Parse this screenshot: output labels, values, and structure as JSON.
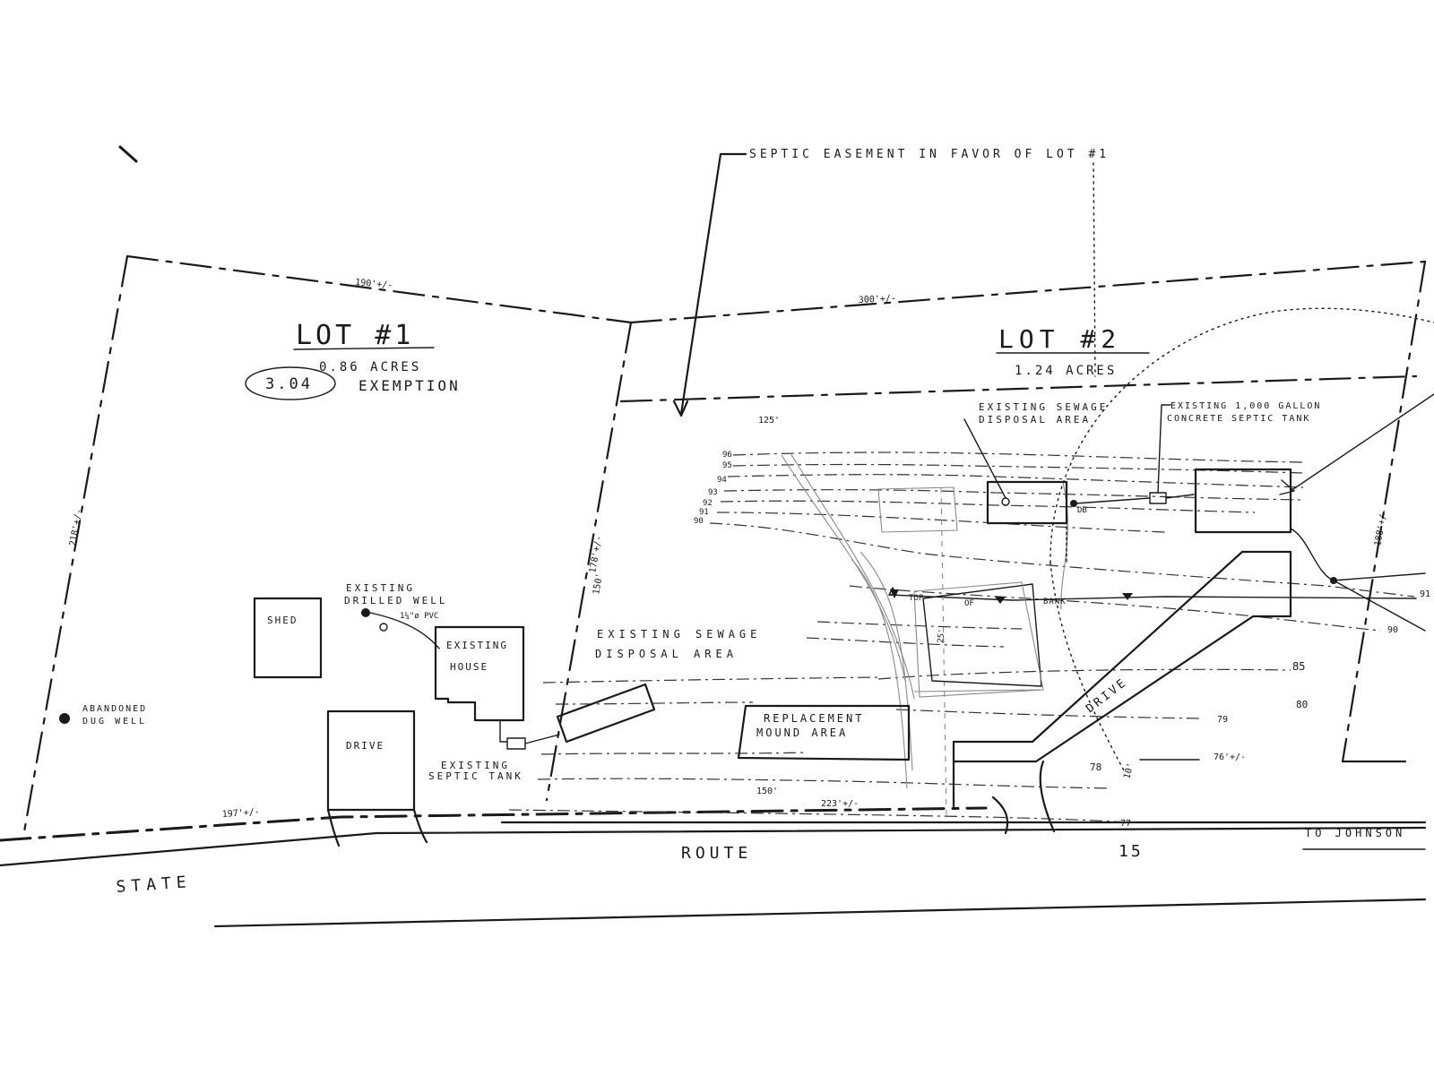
{
  "labels": {
    "easement": "SEPTIC EASEMENT IN FAVOR OF LOT #1",
    "lot1_title": "LOT #1",
    "lot1_acres": "0.86 ACRES",
    "lot1_exemption_num": "3.04",
    "lot1_exemption": "EXEMPTION",
    "lot2_title": "LOT #2",
    "lot2_acres": "1.24 ACRES",
    "existing_sewage_top_1": "EXISTING SEWAGE",
    "existing_sewage_top_2": "DISPOSAL AREA",
    "septic_tank_1000_1": "EXISTING 1,000 GALLON",
    "septic_tank_1000_2": "CONCRETE SEPTIC TANK",
    "existing_drilled_well_1": "EXISTING",
    "existing_drilled_well_2": "DRILLED WELL",
    "pvc": "1¼\"ø PVC",
    "shed": "SHED",
    "existing_house_1": "EXISTING",
    "existing_house_2": "HOUSE",
    "abandoned_well_1": "ABANDONED",
    "abandoned_well_2": "DUG WELL",
    "drive_lot1": "DRIVE",
    "existing_septic_tank_1": "EXISTING",
    "existing_septic_tank_2": "SEPTIC TANK",
    "existing_sewage_mid_1": "EXISTING SEWAGE",
    "existing_sewage_mid_2": "DISPOSAL AREA",
    "replacement_mound_1": "REPLACEMENT",
    "replacement_mound_2": "MOUND AREA",
    "top_of_bank_1": "TOP",
    "top_of_bank_2": "OF",
    "top_of_bank_3": "BANK",
    "db": "DB",
    "drive_lot2": "DRIVE",
    "route": "ROUTE",
    "route_num": "15",
    "state": "STATE",
    "to_johnson": "TO JOHNSON"
  },
  "dimensions": {
    "d190": "190'+/-",
    "d300": "300'+/-",
    "d125": "125'",
    "d218": "218'+/-",
    "d178": "178'+/-",
    "d150_side": "150'",
    "d188": "188'+/-",
    "d197": "197'+/-",
    "d150_front": "150'",
    "d223": "223'+/-",
    "d76": "76'+/-",
    "d10": "10'",
    "d25": "25'"
  },
  "elevations": {
    "e96": "96",
    "e95": "95",
    "e94": "94",
    "e93": "93",
    "e92": "92",
    "e91": "91",
    "e90": "90",
    "e91_right": "91",
    "e90_right": "90",
    "e85": "85",
    "e80": "80",
    "e79": "79",
    "e78": "78",
    "e77": "77"
  }
}
